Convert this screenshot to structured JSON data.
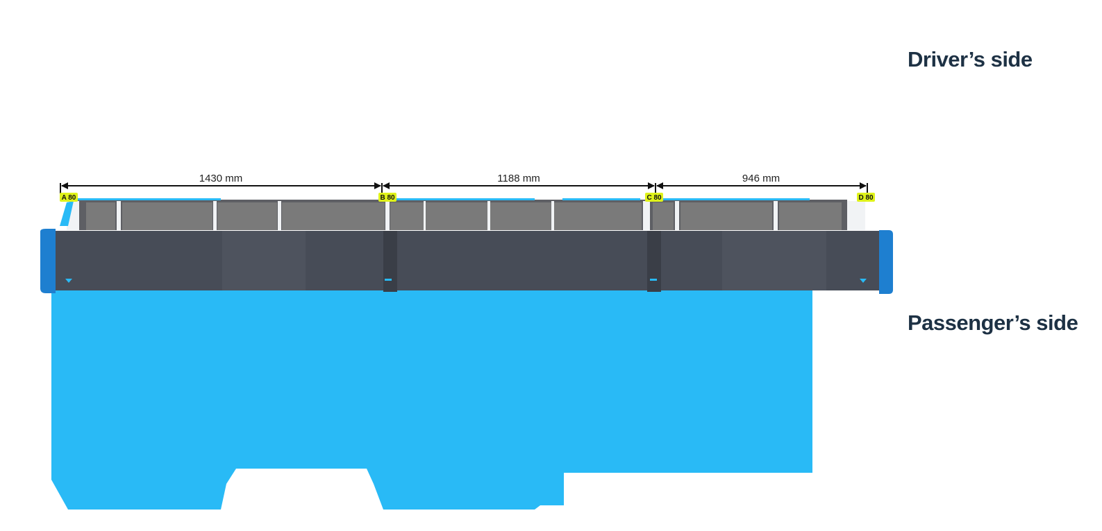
{
  "labels": {
    "driver_side": "Driver’s side",
    "passenger_side": "Passenger’s side"
  },
  "dimensions": [
    {
      "id": "ab",
      "text": "1430 mm"
    },
    {
      "id": "bc",
      "text": "1188 mm"
    },
    {
      "id": "cd",
      "text": "946 mm"
    }
  ],
  "markers": [
    {
      "id": "a",
      "text": "A 80"
    },
    {
      "id": "b",
      "text": "B 80"
    },
    {
      "id": "c",
      "text": "C 80"
    },
    {
      "id": "d",
      "text": "D 80"
    }
  ],
  "colors": {
    "floor": "#29baf6",
    "rail_dark": "#474c57",
    "shelf": "#777777",
    "end_cap": "#1e7fd0",
    "marker_bg": "#dff21a",
    "label_text": "#1d3144"
  }
}
